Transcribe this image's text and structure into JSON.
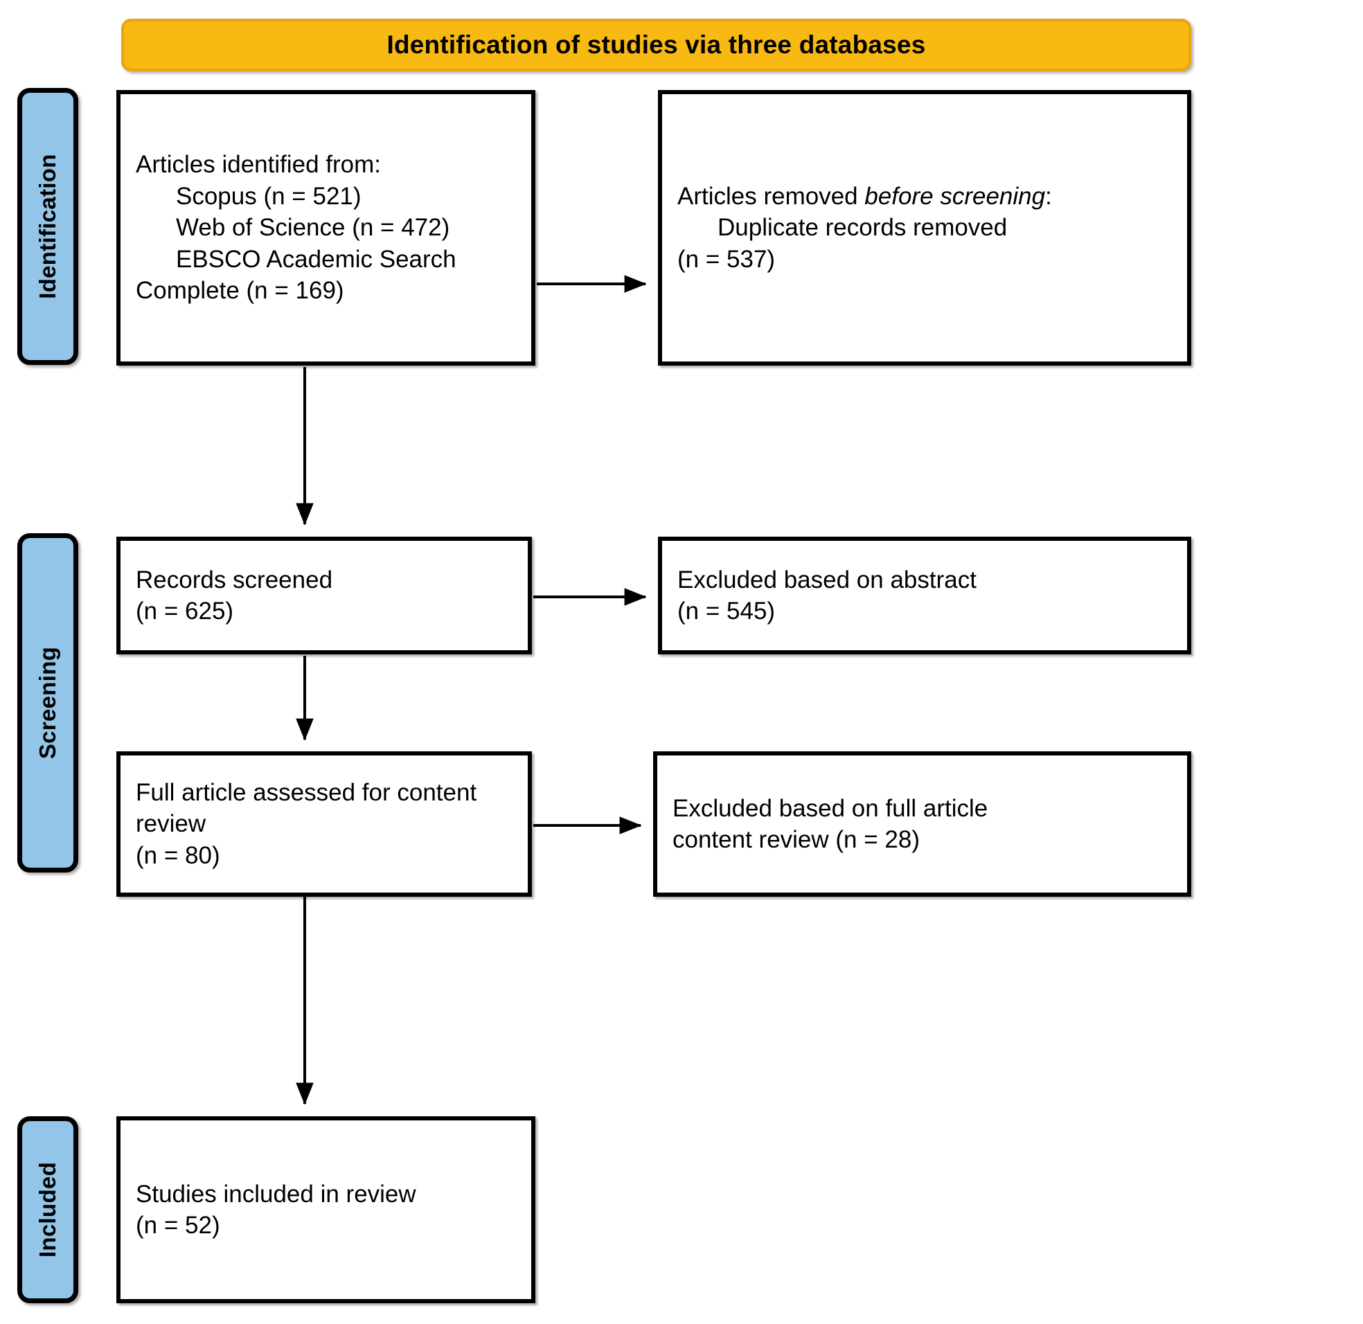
{
  "diagram": {
    "type": "prisma-flow-diagram",
    "title": "Identification of studies via three databases",
    "colors": {
      "banner_fill": "#F8B912",
      "banner_border": "#E8A317",
      "rail_fill": "#93C5E8",
      "box_border": "#000000",
      "box_fill": "#FFFFFF",
      "text": "#000000"
    }
  },
  "rails": [
    {
      "id": "identification",
      "label": "Identification"
    },
    {
      "id": "screening",
      "label": "Screening"
    },
    {
      "id": "included",
      "label": "Included"
    }
  ],
  "boxes": {
    "identified": {
      "heading": "Articles identified from:",
      "lines": [
        "Scopus (n = 521)",
        "Web of Science (n = 472)",
        "EBSCO Academic Search"
      ],
      "continuation": "Complete (n = 169)",
      "counts": {
        "scopus": 521,
        "web_of_science": 472,
        "ebsco_academic_search_complete": 169
      }
    },
    "removed": {
      "heading_prefix": "Articles removed ",
      "heading_italic": "before screening",
      "heading_suffix": ":",
      "line": "Duplicate records removed",
      "count_line": "(n = 537)",
      "count": 537
    },
    "screened": {
      "line": "Records screened",
      "count_line": "(n = 625)",
      "count": 625
    },
    "excluded_abstract": {
      "line": "Excluded based on abstract",
      "count_line": "(n = 545)",
      "count": 545
    },
    "fulltext": {
      "line1": "Full article assessed for content",
      "line2": "review",
      "count_line": "(n = 80)",
      "count": 80
    },
    "excluded_fulltext": {
      "line1": "Excluded based on full article",
      "line2": "content review (n = 28)",
      "count": 28
    },
    "included": {
      "line": "Studies included in review",
      "count_line": "(n = 52)",
      "count": 52
    }
  }
}
